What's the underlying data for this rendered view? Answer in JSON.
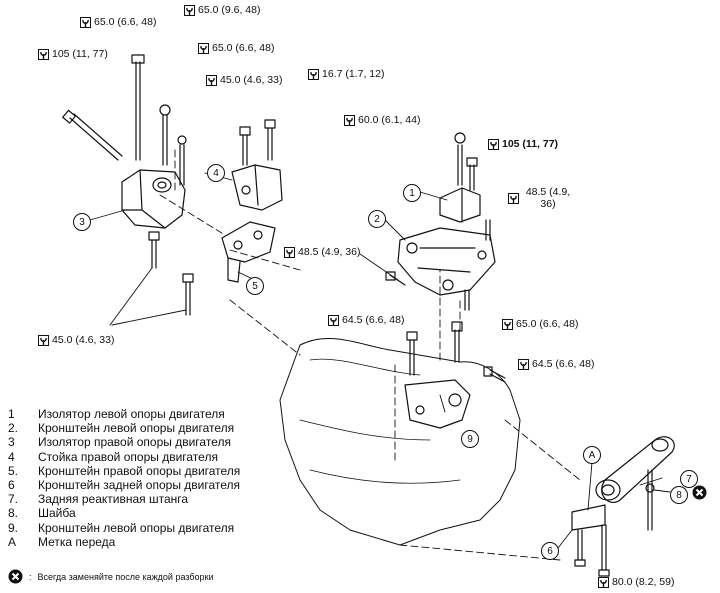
{
  "torques": [
    {
      "id": "t1",
      "text": "65.0 (6.6, 48)"
    },
    {
      "id": "t2",
      "text": "65.0 (9.6, 48)"
    },
    {
      "id": "t3",
      "text": "105 (11, 77)"
    },
    {
      "id": "t4",
      "text": "65.0 (6.6, 48)"
    },
    {
      "id": "t5",
      "text": "45.0 (4.6, 33)"
    },
    {
      "id": "t6",
      "text": "16.7 (1.7, 12)"
    },
    {
      "id": "t7",
      "text": "60.0 (6.1, 44)"
    },
    {
      "id": "t8",
      "text": "105 (11, 77)"
    },
    {
      "id": "t9",
      "text": "48.5 (4.9, 36)"
    },
    {
      "id": "t10",
      "text": "48.5 (4.9, 36)"
    },
    {
      "id": "t11",
      "text": "45.0 (4.6, 33)"
    },
    {
      "id": "t12",
      "text": "64.5 (6.6, 48)"
    },
    {
      "id": "t13",
      "text": "65.0 (6.6, 48)"
    },
    {
      "id": "t14",
      "text": "64.5 (6.6, 48)"
    },
    {
      "id": "t15",
      "text": "80.0 (8.2, 59)"
    }
  ],
  "callouts": [
    "1",
    "2",
    "3",
    "4",
    "5",
    "6",
    "7",
    "8",
    "9",
    "A"
  ],
  "legend": [
    {
      "key": "1",
      "text": "Изолятор левой опоры двигателя"
    },
    {
      "key": "2.",
      "text": "Кронштейн левой опоры двигателя"
    },
    {
      "key": "3",
      "text": "Изолятор правой опоры двигателя"
    },
    {
      "key": "4",
      "text": "Стойка правой опоры двигателя"
    },
    {
      "key": "5.",
      "text": "Кронштейн правой опоры двигателя"
    },
    {
      "key": "6",
      "text": "Кронштейн задней опоры двигателя"
    },
    {
      "key": "7.",
      "text": "Задняя реактивная штанга"
    },
    {
      "key": "8.",
      "text": "Шайба"
    },
    {
      "key": "9.",
      "text": "Кронштейн левой опоры двигателя"
    },
    {
      "key": "A",
      "text": "Метка переда"
    }
  ],
  "note": "Всегда заменяйте после каждой разборки",
  "icons": {
    "torque": "wrench-torque-icon",
    "replace": "replace-cross-icon"
  }
}
